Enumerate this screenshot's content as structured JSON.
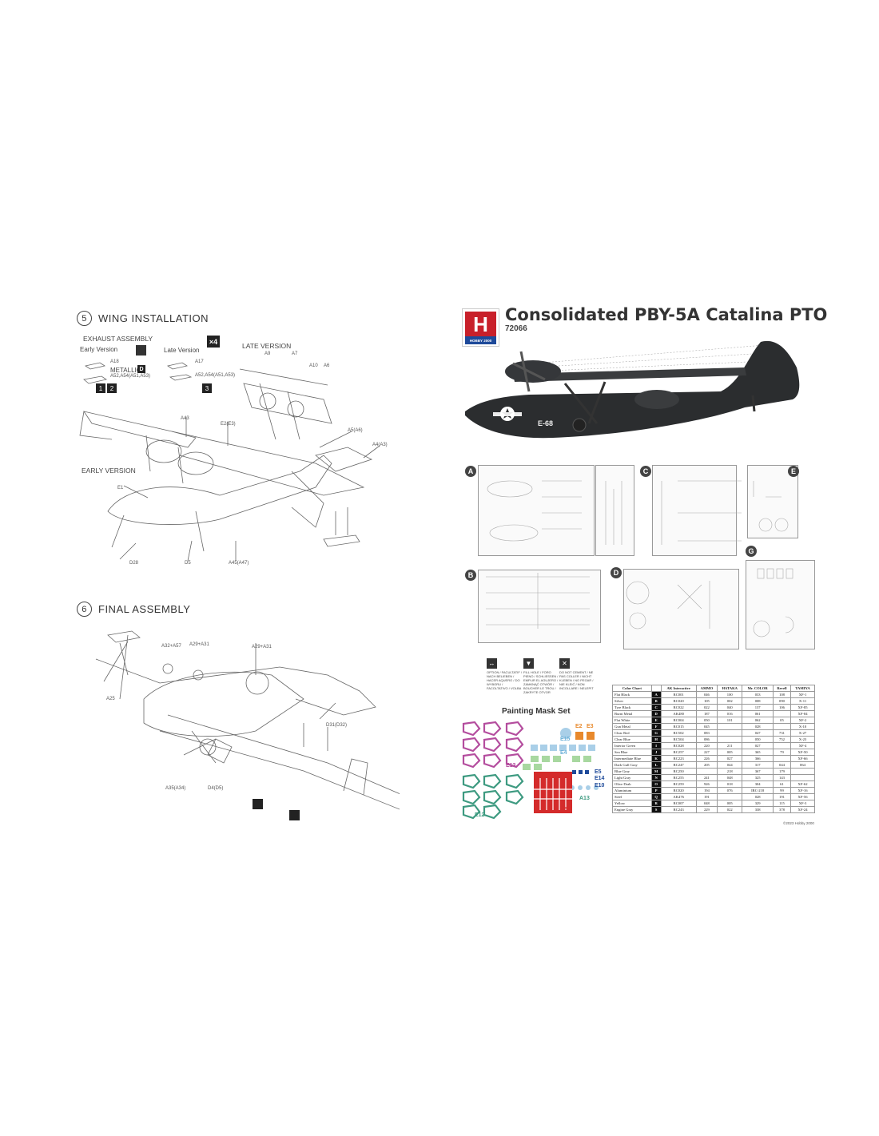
{
  "left_page": {
    "step5": {
      "number": "5",
      "title": "WING  INSTALLATION",
      "exhaust_label": "EXHAUST  ASSEMBLY",
      "early_version_small": "Early Version",
      "late_version_small": "Late Version",
      "times_four": "×4",
      "metallic_label": "METALLIC",
      "metallic_code": "D",
      "late_version_label": "LATE  VERSION",
      "early_version_label": "EARLY  VERSION",
      "badges_early": [
        "1",
        "2"
      ],
      "badge_late": "3",
      "callouts": [
        "A18",
        "A52,A54(A51,A53)",
        "A17",
        "A52,A54(A51,A53)",
        "A9",
        "A7",
        "A10",
        "A6",
        "A43",
        "E2(E3)",
        "A5(A6)",
        "A4(A3)",
        "E1",
        "D28",
        "D5",
        "A45(A47)"
      ]
    },
    "step6": {
      "number": "6",
      "title": "FINAL   ASSEMBLY",
      "callouts": [
        "A32+A57",
        "A29+A31",
        "A29+A31",
        "A25",
        "D31(D32)",
        "A35(A34)",
        "D4(D5)"
      ]
    }
  },
  "right_page": {
    "brand_letter": "H",
    "brand_name": "HOBBY 2000",
    "title": "Consolidated PBY-5A Catalina PTO",
    "kit_number": "72066",
    "aircraft_code": "E-68",
    "sprue_letters": [
      "A",
      "B",
      "C",
      "D",
      "E",
      "G"
    ],
    "legend": [
      {
        "icon": "↔",
        "text": "OPTION / FACULTATIF / NACH BELIEBEN / HACER AQUERO / DO WYBORU / FACOLTATIVO / VOLBA"
      },
      {
        "icon": "▼",
        "text": "FILL HOLE / FORO PIENO / SCHLIESSEN / EMPLIR EL AGUJERO / ZAMKNĄĆ OTWÓR / BOUCHER LE TROU / ZAKRYTE OTVOR"
      },
      {
        "icon": "✕",
        "text": "DO NOT CEMENT / NE PAS COLLER / NICHT KLEBEN / NO PEGAR / NIE KLEIĆ / NON INCOLLARE / NELEPIT"
      }
    ],
    "mask_title": "Painting Mask Set",
    "mask_labels": [
      "E15",
      "E2",
      "E3",
      "E4",
      "E13",
      "E5",
      "E14",
      "E10",
      "A13",
      "E12",
      "E1"
    ],
    "color_chart": {
      "headers": [
        "Color Chart",
        "",
        "AK Interactive",
        "AMMO",
        "HATAKA",
        "Mr. COLOR",
        "Revell",
        "TAMIYA"
      ],
      "rows": [
        [
          "Flat Black",
          "A",
          "RC001",
          "046",
          "100",
          "033",
          "108",
          "XF-1"
        ],
        [
          "Silver",
          "B",
          "RC020",
          "105",
          "002",
          "008",
          "090",
          "X-11"
        ],
        [
          "Tyre Black",
          "C",
          "RC022",
          "022",
          "040",
          "137",
          "106",
          "XF-85"
        ],
        [
          "Burnt Metal",
          "D",
          "AK480",
          "187",
          "016",
          "061",
          "",
          "XF-84"
        ],
        [
          "Flat White",
          "E",
          "RC004",
          "050",
          "101",
          "062",
          "05",
          "XF-2"
        ],
        [
          "Gun Metal",
          "F",
          "RC015",
          "045",
          "",
          "028",
          "",
          "X-10"
        ],
        [
          "Clear Red",
          "G",
          "RC502",
          "083",
          "",
          "047",
          "731",
          "X-27"
        ],
        [
          "Clear Blue",
          "H",
          "RC504",
          "086",
          "",
          "050",
          "752",
          "X-23"
        ],
        [
          "Interior Green",
          "I",
          "RC028",
          "220",
          "211",
          "027",
          "",
          "XF-4"
        ],
        [
          "Sea Blue",
          "J",
          "RC257",
          "227",
          "005",
          "365",
          "79",
          "XF-50"
        ],
        [
          "Intermediate Blue",
          "K",
          "RC223",
          "226",
          "027",
          "366",
          "",
          "XF-66"
        ],
        [
          "Dark Gull Gray",
          "L",
          "RC247",
          "205",
          "044",
          "317",
          "044",
          "064"
        ],
        [
          "Blue Gray",
          "M",
          "RC250",
          "",
          "218",
          "367",
          "179",
          ""
        ],
        [
          "Light Gray",
          "N",
          "RC255",
          "241",
          "048",
          "325",
          "143",
          ""
        ],
        [
          "Olive Drab",
          "O",
          "RC259",
          "926",
          "018",
          "304",
          "61",
          "XF-62"
        ],
        [
          "Aluminium",
          "P",
          "RC020",
          "194",
          "076",
          "IRC-218",
          "99",
          "XF-16"
        ],
        [
          "Steel",
          "Q",
          "AK476",
          "191",
          "",
          "028",
          "191",
          "XF-56"
        ],
        [
          "Yellow",
          "R",
          "RC007",
          "048",
          "005",
          "329",
          "115",
          "XF-3"
        ],
        [
          "Engine Gray",
          "S",
          "RC243",
          "229",
          "022",
          "338",
          "378",
          "XF-24"
        ]
      ]
    },
    "copyright": "©2023 Hobby 2000"
  },
  "colors": {
    "mask_magenta": "#b44d9e",
    "mask_teal": "#3d9a80",
    "mask_blue": "#a9cfe8",
    "mask_orange": "#e8892c",
    "mask_red": "#d42b2b",
    "mask_green": "#a8d8a0",
    "brand_red": "#c8202a",
    "brand_blue": "#1e4a9a",
    "plane_dark": "#2b2d2f"
  }
}
